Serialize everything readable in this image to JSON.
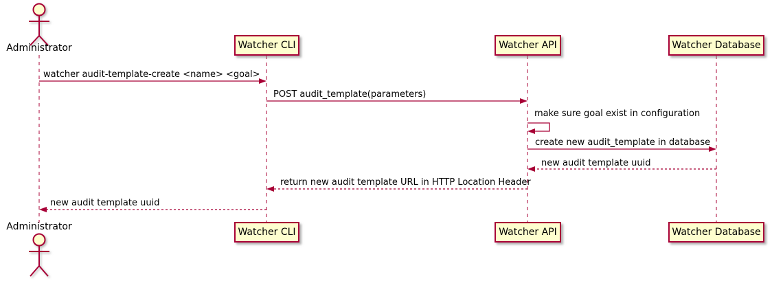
{
  "diagram": {
    "type": "uml-sequence-diagram",
    "colors": {
      "accent": "#A80036",
      "participant_fill": "#FEFECE",
      "background": "#FFFFFF",
      "text": "#000000"
    },
    "participants": [
      {
        "name": "Administrator",
        "kind": "actor"
      },
      {
        "name": "Watcher CLI",
        "kind": "participant"
      },
      {
        "name": "Watcher API",
        "kind": "participant"
      },
      {
        "name": "Watcher Database",
        "kind": "participant"
      }
    ],
    "messages": [
      {
        "from": "Administrator",
        "to": "Watcher CLI",
        "style": "solid",
        "label": "watcher audit-template-create <name> <goal>"
      },
      {
        "from": "Watcher CLI",
        "to": "Watcher API",
        "style": "solid",
        "label": "POST audit_template(parameters)"
      },
      {
        "from": "Watcher API",
        "to": "Watcher API",
        "style": "self",
        "label": "make sure goal exist in configuration"
      },
      {
        "from": "Watcher API",
        "to": "Watcher Database",
        "style": "solid",
        "label": "create new audit_template in database"
      },
      {
        "from": "Watcher Database",
        "to": "Watcher API",
        "style": "dashed-return",
        "label": "new audit template uuid"
      },
      {
        "from": "Watcher API",
        "to": "Watcher CLI",
        "style": "dashed-return",
        "label": "return new audit template URL in HTTP Location Header"
      },
      {
        "from": "Watcher CLI",
        "to": "Administrator",
        "style": "dashed-return",
        "label": "new audit template uuid"
      }
    ]
  }
}
